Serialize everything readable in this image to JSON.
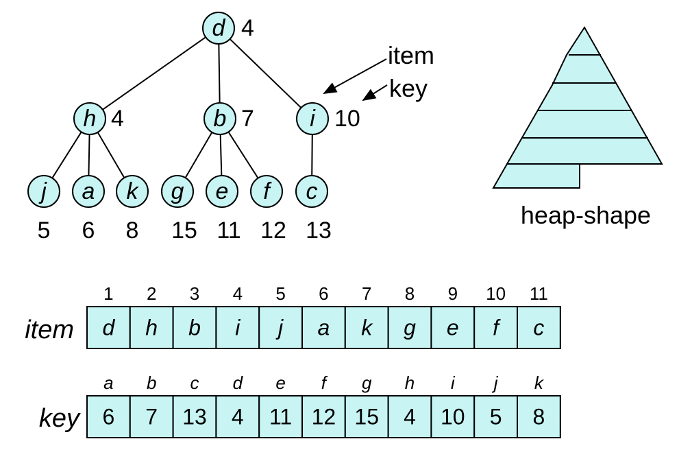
{
  "tree": {
    "nodes": [
      {
        "id": "d",
        "key": "4"
      },
      {
        "id": "h",
        "key": "4"
      },
      {
        "id": "b",
        "key": "7"
      },
      {
        "id": "i",
        "key": "10"
      },
      {
        "id": "j",
        "key": "5"
      },
      {
        "id": "a",
        "key": "6"
      },
      {
        "id": "k",
        "key": "8"
      },
      {
        "id": "g",
        "key": "15"
      },
      {
        "id": "e",
        "key": "11"
      },
      {
        "id": "f",
        "key": "12"
      },
      {
        "id": "c",
        "key": "13"
      }
    ],
    "edges": [
      [
        "d",
        "h"
      ],
      [
        "d",
        "b"
      ],
      [
        "d",
        "i"
      ],
      [
        "h",
        "j"
      ],
      [
        "h",
        "a"
      ],
      [
        "h",
        "k"
      ],
      [
        "b",
        "g"
      ],
      [
        "b",
        "e"
      ],
      [
        "b",
        "f"
      ],
      [
        "i",
        "c"
      ]
    ]
  },
  "annotations": {
    "item": "item",
    "key": "key"
  },
  "heap_shape_label": "heap-shape",
  "item_array": {
    "label": "item",
    "indices": [
      "1",
      "2",
      "3",
      "4",
      "5",
      "6",
      "7",
      "8",
      "9",
      "10",
      "11"
    ],
    "values": [
      "d",
      "h",
      "b",
      "i",
      "j",
      "a",
      "k",
      "g",
      "e",
      "f",
      "c"
    ]
  },
  "key_array": {
    "label": "key",
    "headers": [
      "a",
      "b",
      "c",
      "d",
      "e",
      "f",
      "g",
      "h",
      "i",
      "j",
      "k"
    ],
    "values": [
      "6",
      "7",
      "13",
      "4",
      "11",
      "12",
      "15",
      "4",
      "10",
      "5",
      "8"
    ]
  }
}
